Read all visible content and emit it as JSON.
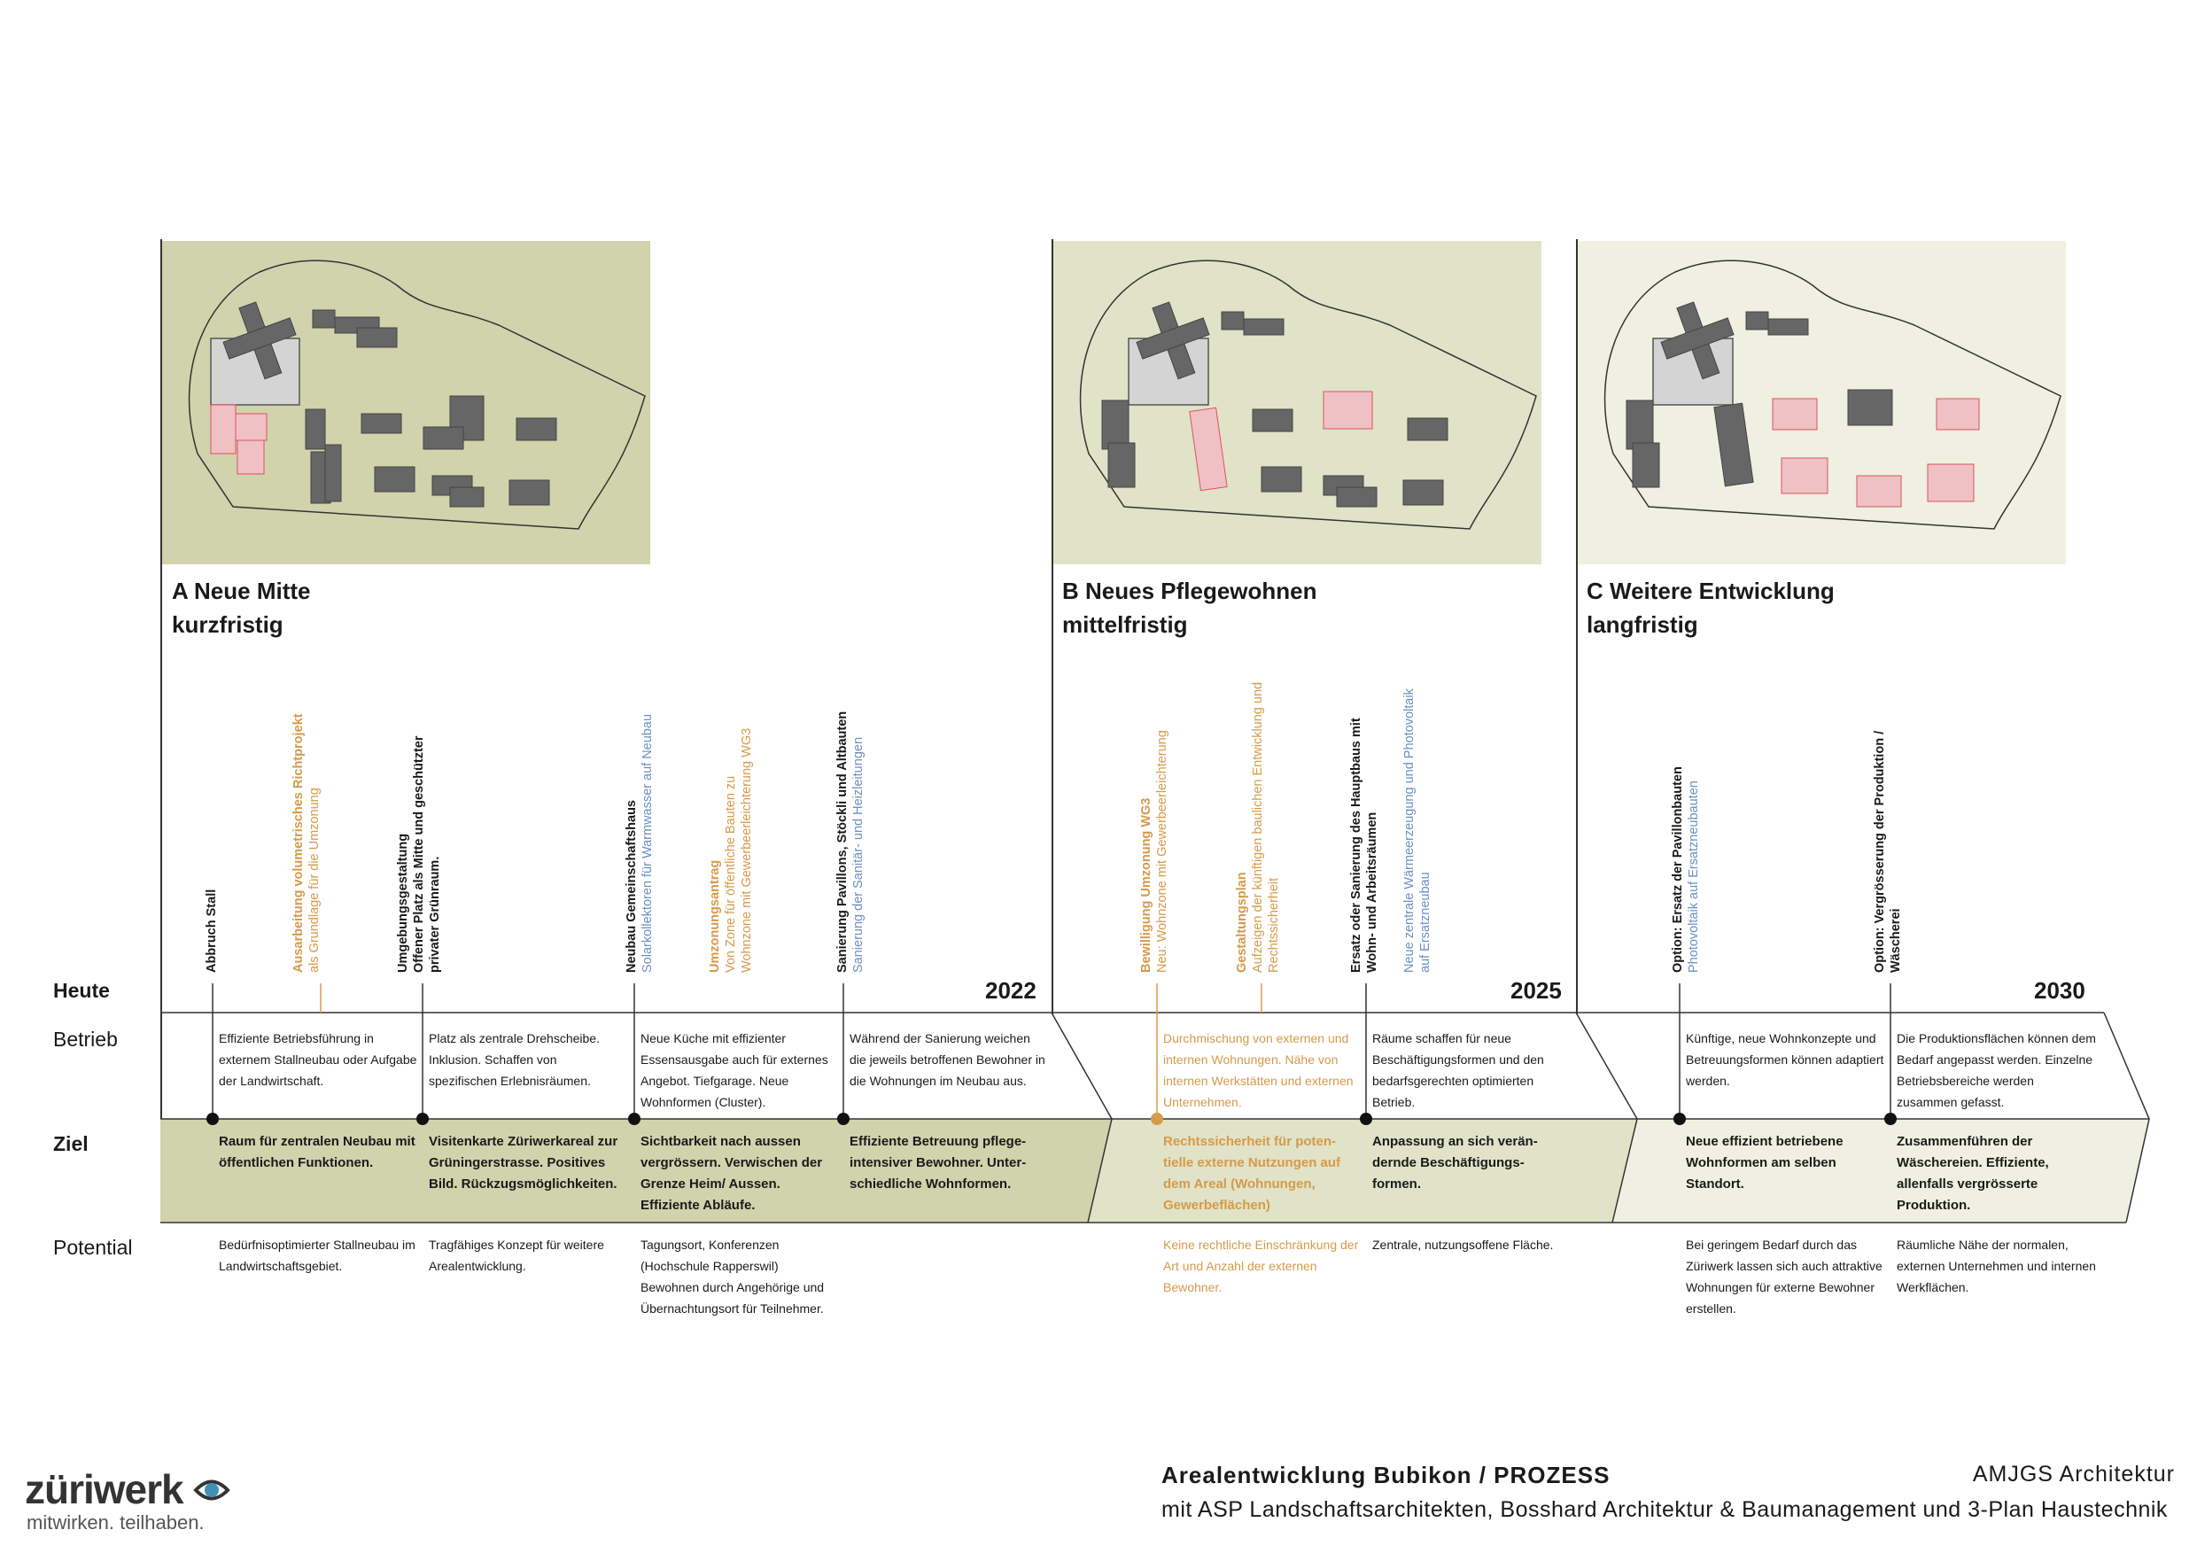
{
  "colors": {
    "phase_a_bg": "#d0d3ac",
    "phase_b_bg": "#e0e3c7",
    "phase_c_bg": "#eff0e1",
    "building_dark": "#666666",
    "building_light": "#d4d4d4",
    "building_new": "#f0c1c4",
    "building_new_stroke": "#d9535f",
    "orange": "#d59a4a",
    "blue": "#6a8fc4"
  },
  "phases": [
    {
      "id": "A",
      "title": "A Neue Mitte",
      "subtitle": "kurzfristig",
      "year": "2022"
    },
    {
      "id": "B",
      "title": "B Neues Pflegewohnen",
      "subtitle": "mittelfristig",
      "year": "2025"
    },
    {
      "id": "C",
      "title": "C Weitere Entwicklung",
      "subtitle": "langfristig",
      "year": "2030"
    }
  ],
  "rows": {
    "heute": "Heute",
    "betrieb": "Betrieb",
    "ziel": "Ziel",
    "potential": "Potential"
  },
  "milestones": {
    "m1": {
      "title": "Abbruch Stall"
    },
    "m2": {
      "title": "Ausarbeitung volumetrisches Richtprojekt",
      "sub": "als Grundlage für die Umzonung"
    },
    "m3": {
      "title": "Umgebungsgestaltung",
      "line2": "Offener Platz als Mitte und geschützter",
      "line3": "privater Grünraum."
    },
    "m4": {
      "title": "Neubau Gemeinschaftshaus",
      "sub": "Solarkollektoren für Warmwasser auf Neubau"
    },
    "m5": {
      "title": "Umzonungsantrag",
      "sub1": "Von Zone für öffentliche Bauten zu",
      "sub2": "Wohnzone mit Gewerbeerleichterung WG3"
    },
    "m6": {
      "title": "Sanierung Pavillons, Stöckli und Altbauten",
      "sub": "Sanierung der Sanitär- und Heizleitungen"
    },
    "m7": {
      "title": "Bewilligung Umzonung WG3",
      "sub": "Neu: Wohnzone mit Gewerbeerleichterung"
    },
    "m8": {
      "title": "Gestaltungsplan",
      "sub1": "Aufzeigen der künftigen baulichen Entwicklung und",
      "sub2": "Rechtssicherheit"
    },
    "m9": {
      "title": "Ersatz oder Sanierung des Hauptbaus mit",
      "line2": "Wohn- und Arbeitsräumen"
    },
    "m10": {
      "sub1": "Neue zentrale Wärmeerzeugung und Photovoltaik",
      "sub2": "auf Ersatzneubau"
    },
    "m11": {
      "title": "Option: Ersatz der Pavillonbauten",
      "sub": "Photovoltaik auf Ersatzneubauten"
    },
    "m12": {
      "title": "Option: Vergrösserung der Produktion /",
      "line2": "Wäscherei"
    }
  },
  "betrieb": [
    "Effiziente Betriebsführung in externem Stallneubau oder Aufgabe der Landwirtschaft.",
    "Platz als zentrale Drehscheibe. Inklusion. Schaffen von spezifischen Erlebnisräumen.",
    "Neue Küche mit effizienter Essensausgabe auch für externes Angebot. Tiefgarage. Neue Wohnformen (Cluster).",
    "Während der Sanierung weichen die jeweils betroffenen Bewohner in die Wohnungen im Neubau aus.",
    "Durchmischung von externen und internen Wohnungen. Nähe von internen Werkstätten und externen Unternehmen.",
    "Räume schaffen für neue Beschäftigungsformen und den bedarfsgerechten optimierten Betrieb.",
    "Künftige, neue Wohnkonzepte und Betreuungsformen können adaptiert werden.",
    "Die Produktionsflächen können dem Bedarf angepasst werden. Einzelne Betriebsbereiche werden zusammen gefasst."
  ],
  "ziel": [
    "Raum für zentralen Neubau mit öffentlichen Funktionen.",
    "Visitenkarte Züriwerkareal zur Grüningerstrasse. Positives Bild. Rückzugsmöglichkeiten.",
    "Sichtbarkeit nach aussen vergrössern. Verwischen der Grenze Heim/ Aussen. Effiziente Abläufe.",
    "Effiziente Betreuung pflege- intensiver Bewohner. Unter- schiedliche Wohnformen.",
    "Rechtssicherheit für poten- tielle externe Nutzungen auf dem Areal (Wohnungen, Gewerbeflächen)",
    "Anpassung an sich verän- dernde Beschäftigungs- formen.",
    "Neue effizient betriebene Wohnformen am selben Standort.",
    "Zusammenführen der Wäschereien. Effiziente, allenfalls vergrösserte Produktion."
  ],
  "potential": [
    "Bedürfnisoptimierter Stallneubau im Landwirtschaftsgebiet.",
    "Tragfähiges Konzept für weitere Arealentwicklung.",
    "Tagungsort, Konferenzen (Hochschule Rapperswil) Bewohnen durch Angehörige und Übernachtungsort für Teilnehmer.",
    "Keine rechtliche Einschränkung der Art und Anzahl der externen Bewohner.",
    "Zentrale, nutzungsoffene Fläche.",
    "Bei geringem Bedarf durch das Züriwerk lassen sich auch attraktive Wohnungen für externe Bewohner erstellen.",
    "Räumliche Nähe der normalen, externen Unternehmen und internen Werkflächen."
  ],
  "footer": {
    "logo": "züriwerk",
    "logo_tagline": "mitwirken. teilhaben.",
    "title": "Arealentwicklung Bubikon / PROZESS",
    "subtitle": "mit ASP Landschaftsarchitekten, Bosshard Architektur & Baumanagement und 3-Plan Haustechnik",
    "office": "AMJGS Architektur"
  },
  "icons": {
    "logo_eye": "eye-icon"
  }
}
